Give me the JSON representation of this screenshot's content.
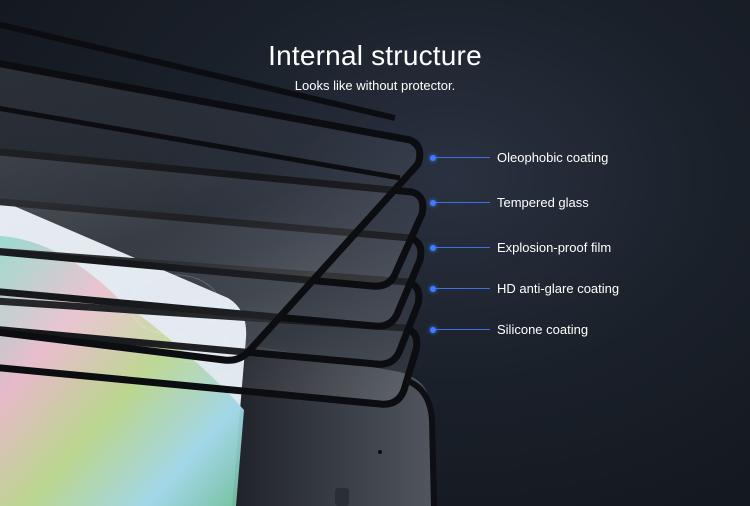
{
  "header": {
    "title": "Internal structure",
    "subtitle": "Looks like without protector."
  },
  "layers": [
    {
      "label": "Oleophobic coating"
    },
    {
      "label": "Tempered glass"
    },
    {
      "label": "Explosion-proof film"
    },
    {
      "label": "HD anti-glare coating"
    },
    {
      "label": "Silicone coating"
    }
  ],
  "colors": {
    "accent_line": "#3c6fe8",
    "accent_dot": "#3f7bff",
    "text": "#ffffff",
    "background": "#141a24"
  }
}
